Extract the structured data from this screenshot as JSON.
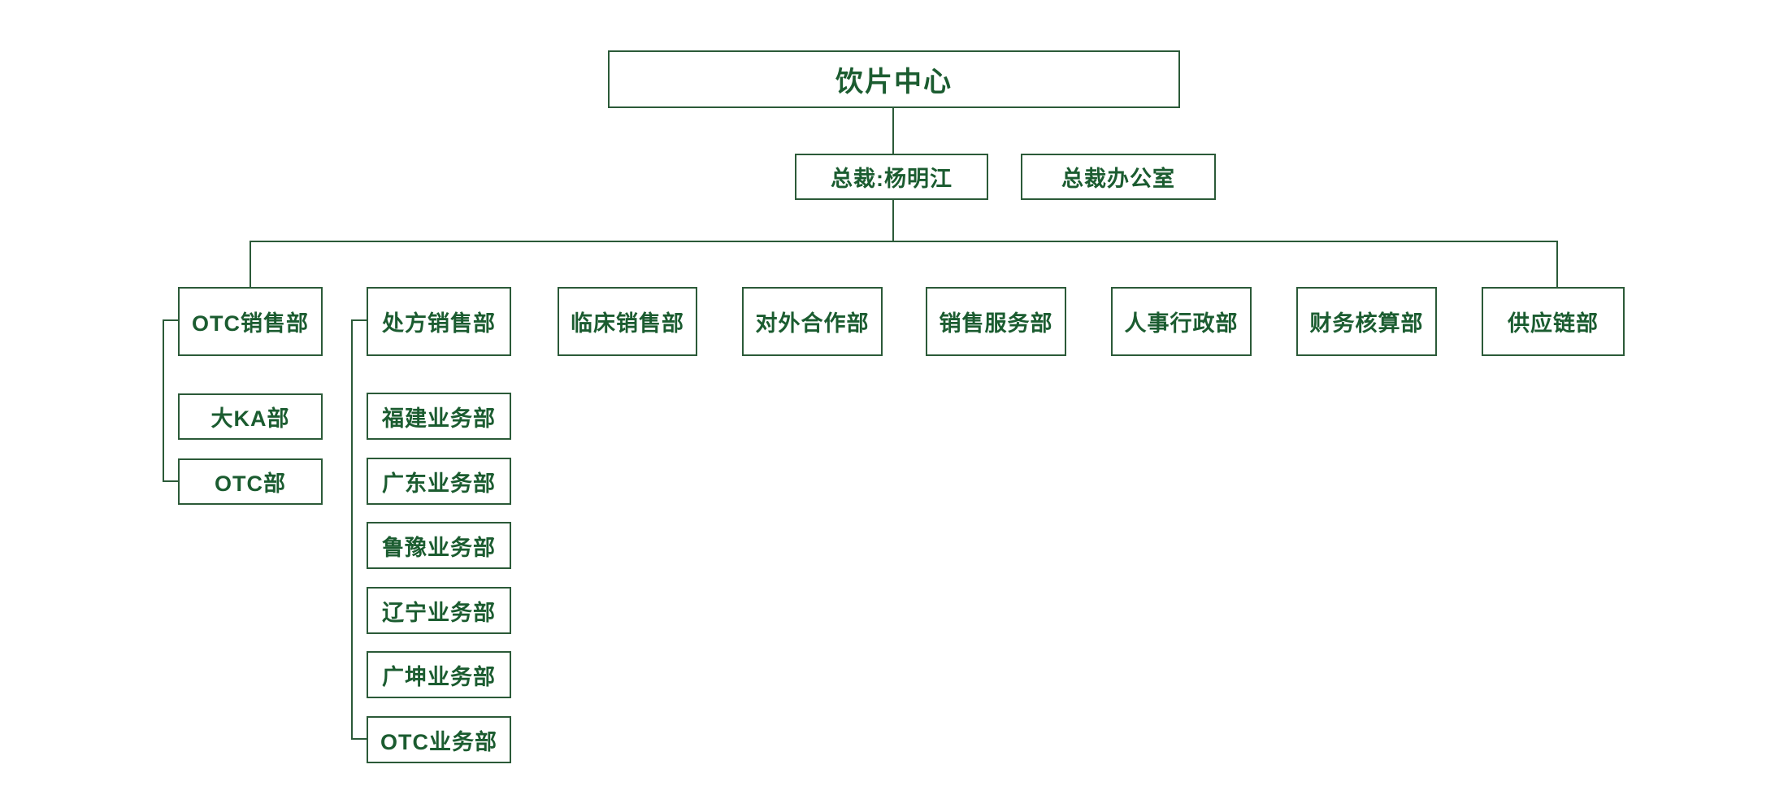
{
  "diagram": {
    "root_label": "饮片中心",
    "president_label": "总裁:杨明江",
    "office_label": "总裁办公室",
    "departments": [
      {
        "label": "OTC销售部"
      },
      {
        "label": "处方销售部"
      },
      {
        "label": "临床销售部"
      },
      {
        "label": "对外合作部"
      },
      {
        "label": "销售服务部"
      },
      {
        "label": "人事行政部"
      },
      {
        "label": "财务核算部"
      },
      {
        "label": "供应链部"
      }
    ],
    "otc_sales_children": [
      {
        "label": "大KA部"
      },
      {
        "label": "OTC部"
      }
    ],
    "prescription_sales_children": [
      {
        "label": "福建业务部"
      },
      {
        "label": "广东业务部"
      },
      {
        "label": "鲁豫业务部"
      },
      {
        "label": "辽宁业务部"
      },
      {
        "label": "广坤业务部"
      },
      {
        "label": "OTC业务部"
      }
    ],
    "colors": {
      "line_green": "#2b5a38",
      "text_green": "#1b5c30",
      "background": "#ffffff"
    }
  }
}
